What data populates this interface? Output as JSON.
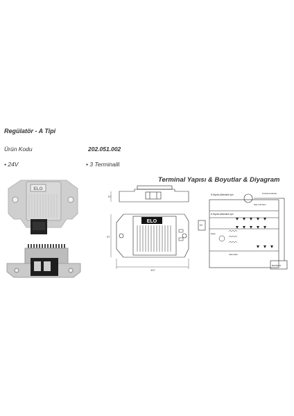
{
  "product": {
    "title": "Regülatör - A Tipi",
    "code_label": "Ürün Kodu",
    "code_value": "202.051.002",
    "specs": [
      "• 24V",
      "• 3 Terminalli"
    ]
  },
  "diagram": {
    "title": "Terminal Yapısı & Boyutlar & Diyagram",
    "brand": "ELO",
    "dims": [
      "57",
      "97",
      "107"
    ],
    "circuit_labels": {
      "top": "8 Diyotlu Alternatör için",
      "mid": "6 Diyotlu Alternatör için",
      "switch": "Kontak Anahtarı",
      "lamp": "Şarj Lambası",
      "d_plus": "D+",
      "gnd": "Şase",
      "alt": "Alternatör",
      "bat": "BATARYA"
    }
  }
}
